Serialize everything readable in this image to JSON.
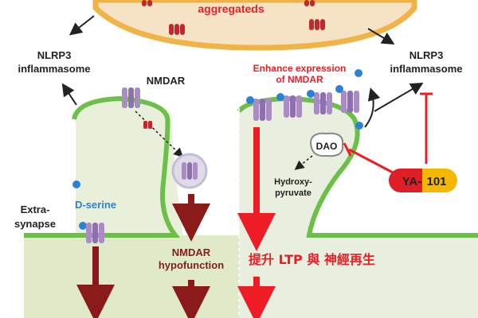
{
  "labels": {
    "aggregates": "aggregateds",
    "nlrp3_left": [
      "NLRP3",
      "inflammasome"
    ],
    "nlrp3_right": [
      "NLRP3",
      "inflammasome"
    ],
    "nmdar": "NMDAR",
    "enhance": [
      "Enhance expression",
      "of NMDAR"
    ],
    "dao": "DAO",
    "hydroxy": [
      "Hydroxy-",
      "pyruvate"
    ],
    "ya101": [
      "YA-",
      "101"
    ],
    "dserine": "D-serine",
    "extrasynapse": [
      "Extra-",
      "synapse"
    ],
    "hypofunction": [
      "NMDAR",
      "hypofunction"
    ],
    "ltp_text": "提升 LTP 與 神經再生"
  },
  "colors": {
    "left_bg": "#dfe9c9",
    "right_bg": "#e8efdf",
    "membrane": "#6cc04a",
    "dark_red": "#8b1a1a",
    "bright_red": "#ee1c25",
    "cap_fill": "#f6e3c5",
    "cap_stroke": "#f0b347",
    "receptor": "#a98cc1",
    "dserine_dot": "#2a82d6"
  }
}
